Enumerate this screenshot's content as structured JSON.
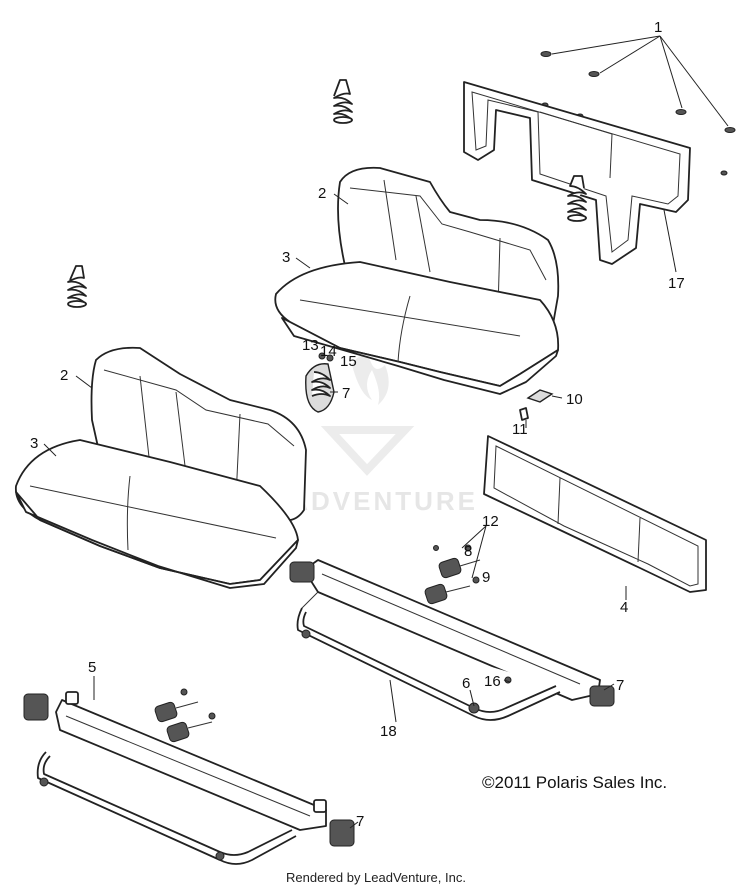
{
  "callouts": {
    "c1": "1",
    "c2_upper": "2",
    "c3_upper": "3",
    "c17": "17",
    "c13": "13",
    "c14": "14",
    "c15": "15",
    "c7_spring": "7",
    "c2_lower": "2",
    "c3_lower": "3",
    "c10": "10",
    "c11": "11",
    "c4": "4",
    "c12": "12",
    "c8": "8",
    "c9": "9",
    "c5": "5",
    "c6": "6",
    "c16": "16",
    "c7_right": "7",
    "c18": "18",
    "c7_bottom": "7"
  },
  "copyright": "©2011 Polaris Sales Inc.",
  "render_credit": "Rendered by LeadVenture, Inc.",
  "watermark": "LEADVENTURE"
}
